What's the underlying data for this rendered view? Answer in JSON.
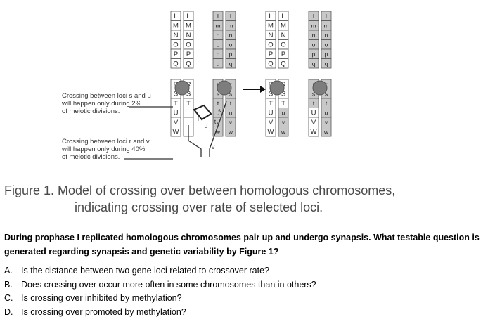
{
  "diagram": {
    "chromatids_before": [
      [
        "L",
        "M",
        "N",
        "O",
        "P",
        "Q",
        "R",
        "S",
        "T",
        "U",
        "V",
        "W"
      ],
      [
        "L",
        "M",
        "N",
        "O",
        "P",
        "Q",
        "R",
        "S",
        "T",
        "",
        "",
        ""
      ],
      [
        "l",
        "m",
        "n",
        "o",
        "p",
        "q",
        "r",
        "s",
        "t",
        "u",
        "v",
        "w"
      ],
      [
        "l",
        "m",
        "n",
        "o",
        "p",
        "q",
        "r",
        "s",
        "t",
        "u",
        "v",
        "w"
      ]
    ],
    "chromatids_after": [
      [
        "L",
        "M",
        "N",
        "O",
        "P",
        "Q",
        "R",
        "S",
        "T",
        "U",
        "V",
        "W"
      ],
      [
        "L",
        "M",
        "N",
        "O",
        "P",
        "Q",
        "R",
        "S",
        "T",
        "u",
        "v",
        "w"
      ],
      [
        "l",
        "m",
        "n",
        "o",
        "p",
        "q",
        "r",
        "s",
        "t",
        "U",
        "V",
        "W"
      ],
      [
        "l",
        "m",
        "n",
        "o",
        "p",
        "q",
        "r",
        "s",
        "t",
        "u",
        "v",
        "w"
      ]
    ],
    "crossing_labels": {
      "left_chromatid_letters": [
        "V",
        "W"
      ],
      "right_chromatid_letters": [
        "u",
        "v",
        "w"
      ],
      "twisted_letters": [
        "s",
        "t",
        "u"
      ],
      "small_letters": [
        "T",
        "u",
        "V",
        "W"
      ]
    },
    "annotation_1": "Crossing between loci s and u\nwill happen only during 2%\nof meiotic divisions.",
    "annotation_2": "Crossing between loci r and v\nwill happen only during 40%\nof meiotic divisions.",
    "colors": {
      "dominant": "#ffffff",
      "recessive": "#c8c8c8",
      "centromere": "#7d7d7d",
      "outline": "#555555"
    }
  },
  "caption": {
    "line1": "Figure 1. Model of crossing over between homologous chromosomes,",
    "line2": "indicating crossing over rate of selected loci."
  },
  "question": "During prophase I replicated homologous chromosomes pair up and undergo synapsis. What testable question is generated regarding synapsis and genetic variability by Figure 1?",
  "options": [
    {
      "letter": "A.",
      "text": "Is the distance between two gene loci related to crossover rate?"
    },
    {
      "letter": "B.",
      "text": "Does crossing over occur more often in some chromosomes than in others?"
    },
    {
      "letter": "C.",
      "text": "Is crossing over inhibited by methylation?"
    },
    {
      "letter": "D.",
      "text": "Is crossing over promoted by methylation?"
    }
  ]
}
